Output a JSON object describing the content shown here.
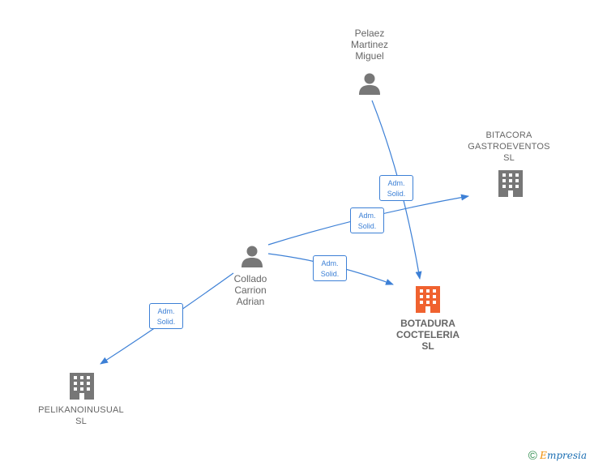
{
  "nodes": {
    "pelaez": {
      "lines": [
        "Pelaez",
        "Martinez",
        "Miguel"
      ],
      "kind": "person"
    },
    "collado": {
      "lines": [
        "Collado",
        "Carrion",
        "Adrian"
      ],
      "kind": "person"
    },
    "bitacora": {
      "lines": [
        "BITACORA",
        "GASTROEVENTOS",
        "SL"
      ],
      "kind": "company"
    },
    "botadura": {
      "lines": [
        "BOTADURA",
        "COCTELERIA",
        "SL"
      ],
      "kind": "company-focus"
    },
    "pelikano": {
      "lines": [
        "PELIKANOINUSUAL",
        "SL"
      ],
      "kind": "company"
    }
  },
  "edges": [
    {
      "from": "pelaez",
      "to": "botadura",
      "label": [
        "Adm.",
        "Solid."
      ]
    },
    {
      "from": "collado",
      "to": "bitacora",
      "label": [
        "Adm.",
        "Solid."
      ]
    },
    {
      "from": "collado",
      "to": "botadura",
      "label": [
        "Adm.",
        "Solid."
      ]
    },
    {
      "from": "collado",
      "to": "pelikano",
      "label": [
        "Adm.",
        "Solid."
      ]
    }
  ],
  "colors": {
    "edge": "#3d80d6",
    "person_icon": "#777777",
    "company_icon": "#777777",
    "focus_icon": "#f0622f"
  },
  "footer": {
    "copyright_symbol": "©",
    "brand_first": "E",
    "brand_rest": "mpresia"
  }
}
